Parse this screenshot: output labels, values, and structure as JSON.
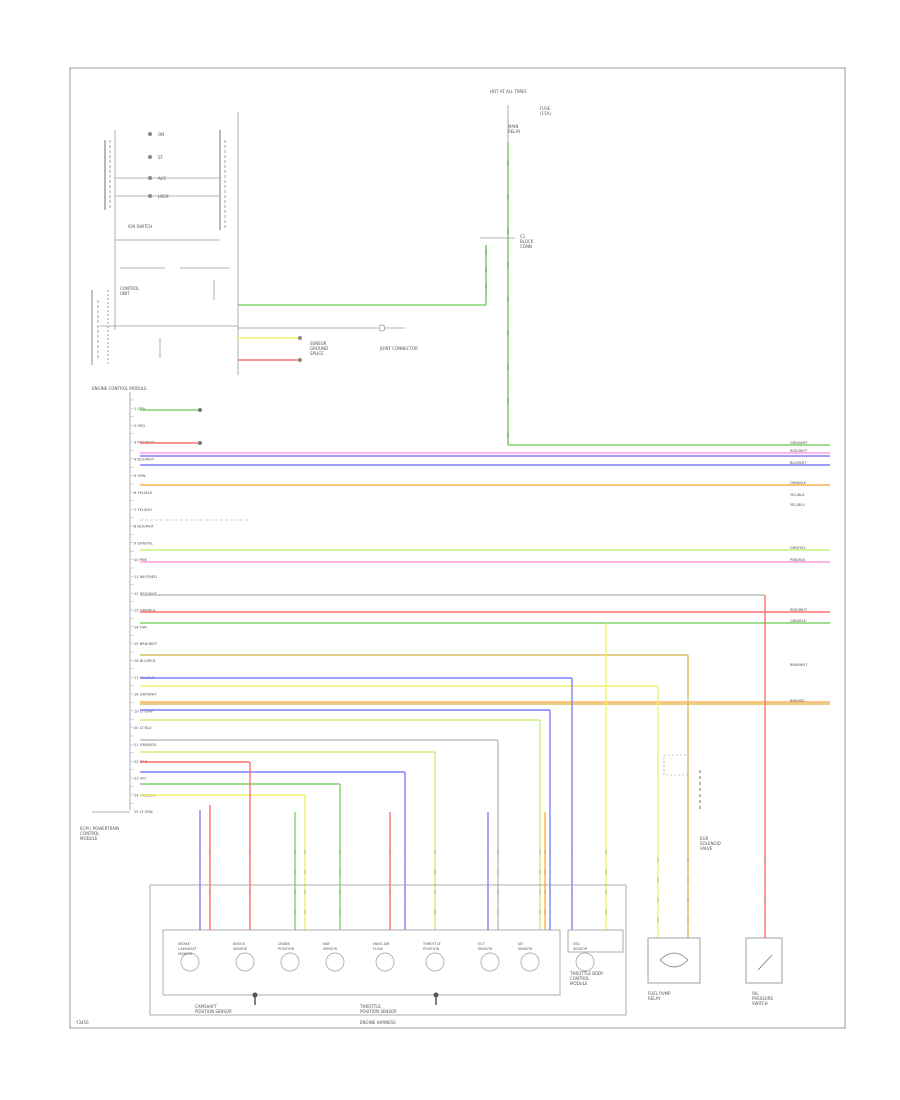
{
  "page_code": "Y3456",
  "ecm_header": "ENGINE CONTROL MODULE",
  "ecm_bottom_label": "ECM / POWERTRAIN\nCONTROL\nMODULE",
  "top_block": {
    "title": "HOT AT ALL TIMES",
    "fuse_label": "FUSE\n(15A)",
    "relay_label": "MAIN\nRELAY",
    "connector_label": "C1\nBLOCK\nCONN"
  },
  "left_block": {
    "label": "IGN SWITCH",
    "sub_label": "CONTROL\nUNIT",
    "terminals": [
      "ON",
      "ST",
      "ACC",
      "LOCK"
    ]
  },
  "mid_connectors": [
    "JOINT CONNECTOR",
    "SENSOR\nGROUND\nSPLICE"
  ],
  "pin_labels": [
    "1 GRN",
    "2 RED",
    "3 PNK/WHT",
    "4 BLU/WHT",
    "5 ORN",
    "6 YEL/BLK",
    "7 YEL/BLU",
    "8 BLK/WHT",
    "9 GRN/YEL",
    "10 PNK",
    "11 WHT/RED",
    "12 RED/WHT",
    "13 GRN/BLK",
    "14 TAN",
    "15 BRN/WHT",
    "16 BLU/RED",
    "17 YEL/BLK",
    "18 GRY/WHT",
    "19 LT GRN",
    "20 LT BLU",
    "21 GRN/RED",
    "22 BRN",
    "23 VIO",
    "24 PNK/BLK",
    "25 LT GRN"
  ],
  "right_labels": [
    "GRN/WHT",
    "RED/WHT",
    "BLU/WHT",
    "ORN/BLK",
    "YEL/BLK",
    "YEL/BLU",
    "GRN/YEL",
    "PNK/BLK",
    "RED/WHT",
    "GRN/BLK",
    "BRN/WHT",
    "BRN/YEL"
  ],
  "bottom_components": [
    {
      "label": "INTAKE\nCAMSHAFT\nSENSOR"
    },
    {
      "label": "KNOCK\nSENSOR"
    },
    {
      "label": "CRANK\nPOSITION"
    },
    {
      "label": "MAF\nSENSOR"
    },
    {
      "label": "MASS AIR\nFLOW"
    },
    {
      "label": "THROTTLE\nPOSITION"
    },
    {
      "label": "ECT\nSENSOR"
    },
    {
      "label": "IAT\nSENSOR"
    },
    {
      "label": "VSS\nSENSOR"
    }
  ],
  "bottom_group_labels": [
    "CAMSHAFT\nPOSITION SENSOR",
    "THROTTLE\nPOSITION SENSOR",
    "THROTTLE BODY\nCONTROL\nMODULE"
  ],
  "bottom_bar_label": "ENGINE HARNESS",
  "right_components": [
    {
      "label": "EGR\nSOLENOID\nVALVE"
    },
    {
      "label": "FUEL PUMP\nRELAY"
    },
    {
      "label": "OIL\nPRESSURE\nSWITCH"
    }
  ],
  "colors": {
    "green": "#7dd36a",
    "red": "#ff6f6f",
    "pink": "#ff9be6",
    "blue": "#7f7fff",
    "orange": "#ffb050",
    "yellow": "#f3f06a",
    "lime": "#c9f07a",
    "tan": "#d8c060",
    "gray": "#bdbdbd",
    "line": "#8a8a8a"
  }
}
